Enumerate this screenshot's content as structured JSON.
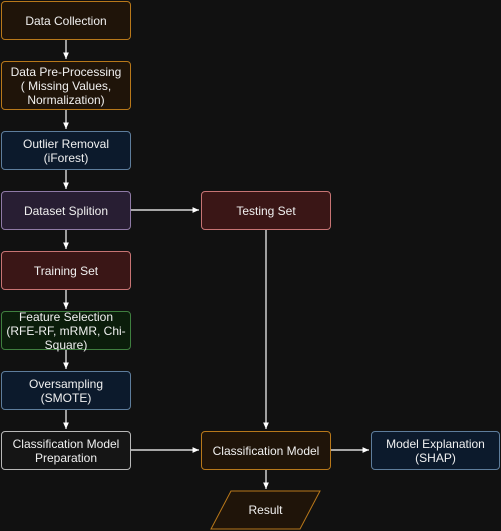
{
  "diagram": {
    "nodes": {
      "data_collection": "Data Collection",
      "data_preprocessing": "Data Pre-Processing\n( Missing Values,\nNormalization)",
      "outlier_removal": "Outlier Removal\n(iForest)",
      "dataset_splition": "Dataset Splition",
      "testing_set": "Testing Set",
      "training_set": "Training Set",
      "feature_selection": "Feature Selection\n(RFE-RF, mRMR, Chi-\nSquare)",
      "oversampling": "Oversampling\n(SMOTE)",
      "classification_model_preparation": "Classification Model\nPreparation",
      "classification_model": "Classification Model",
      "model_explanation": "Model Explanation\n(SHAP)",
      "result": "Result"
    },
    "colors": {
      "background": "#111111",
      "edge": "#ffffff"
    }
  }
}
